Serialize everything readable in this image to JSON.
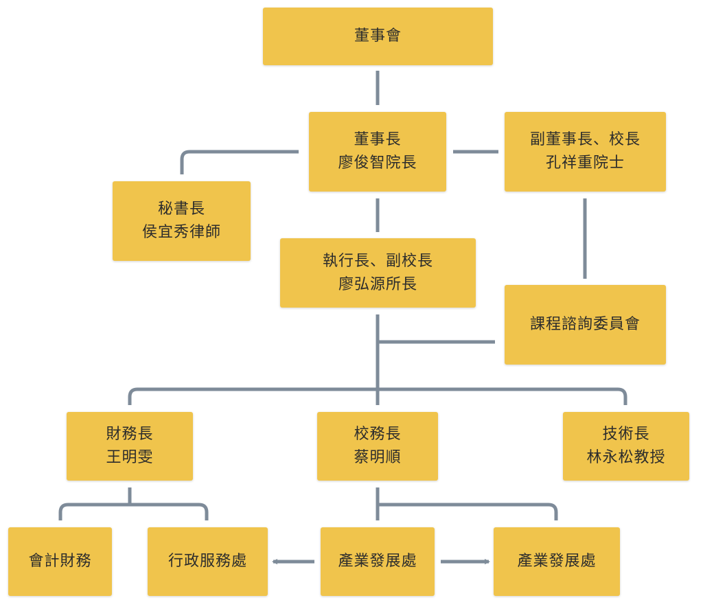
{
  "colors": {
    "node_fill": "#f0c44c",
    "connector": "#7e8b99",
    "text": "#2c2c2c"
  },
  "org": {
    "board": {
      "line1": "董事會"
    },
    "chairman": {
      "line1": "董事長",
      "line2": "廖俊智院長"
    },
    "vice_chairman": {
      "line1": "副董事長、校長",
      "line2": "孔祥重院士"
    },
    "secretary": {
      "line1": "秘書長",
      "line2": "侯宜秀律師"
    },
    "ceo": {
      "line1": "執行長、副校長",
      "line2": "廖弘源所長"
    },
    "committee": {
      "line1": "課程諮詢委員會"
    },
    "cfo": {
      "line1": "財務長",
      "line2": "王明雯"
    },
    "academic": {
      "line1": "校務長",
      "line2": "蔡明順"
    },
    "cto": {
      "line1": "技術長",
      "line2": "林永松教授"
    },
    "accounting": {
      "line1": "會計財務"
    },
    "admin_services": {
      "line1": "行政服務處"
    },
    "industry_dev_a": {
      "line1": "產業發展處"
    },
    "industry_dev_b": {
      "line1": "產業發展處"
    }
  }
}
